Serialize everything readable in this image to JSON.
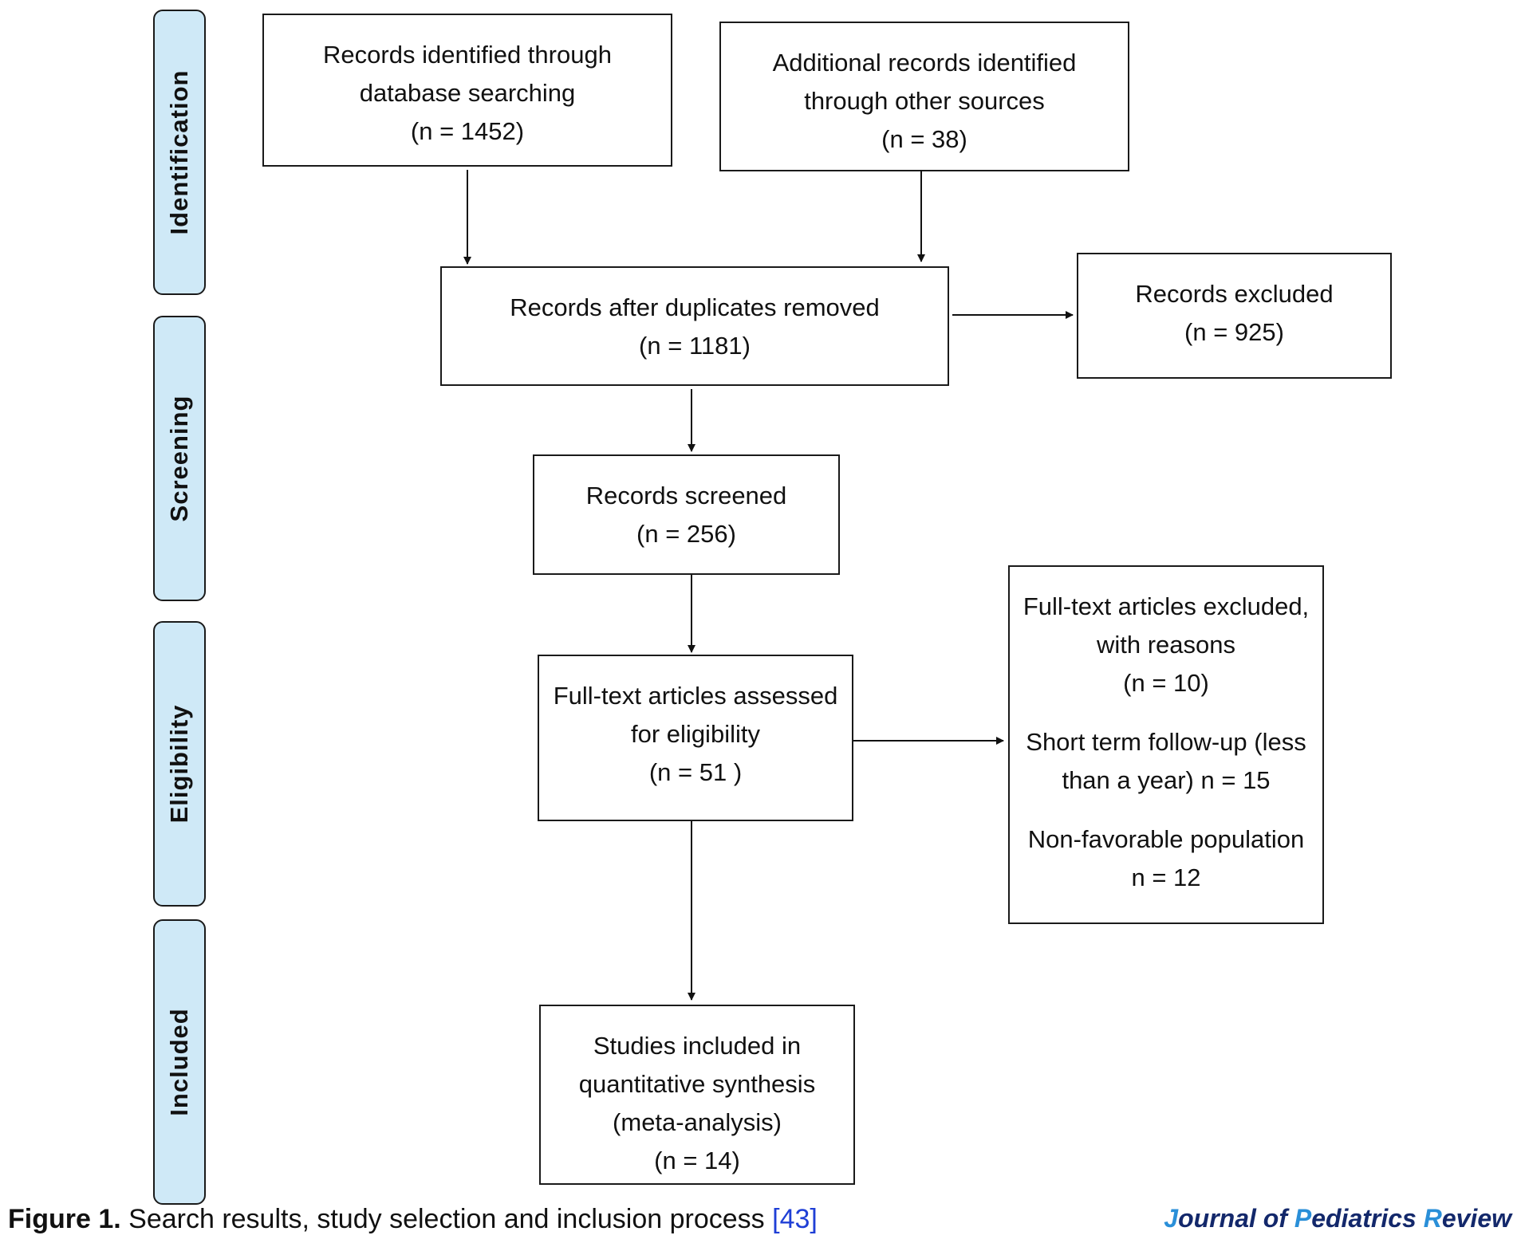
{
  "phases": {
    "identification": "Identification",
    "screening": "Screening",
    "eligibility": "Eligibility",
    "included": "Included"
  },
  "boxes": {
    "database": {
      "line1": "Records identified through",
      "line2": "database searching",
      "line3": "(n = 1452)"
    },
    "other": {
      "line1": "Additional records identified",
      "line2": "through other sources",
      "line3": "(n = 38)"
    },
    "duplicates": {
      "line1": "Records after duplicates removed",
      "line2": "(n = 1181)"
    },
    "excluded": {
      "line1": "Records excluded",
      "line2": "(n = 925)"
    },
    "screened": {
      "line1": "Records screened",
      "line2": "(n = 256)"
    },
    "fulltext": {
      "line1": "Full-text articles assessed",
      "line2": "for eligibility",
      "line3": "(n =  51 )"
    },
    "fulltext_excluded": {
      "line1": "Full-text articles excluded,",
      "line2": "with reasons",
      "line3": "(n = 10)",
      "line4": "Short term follow-up (less",
      "line5": "than a year) n = 15",
      "line6": "Non-favorable population",
      "line7": "n = 12"
    },
    "included": {
      "line1": "Studies included in",
      "line2": "quantitative synthesis",
      "line3": "(meta-analysis)",
      "line4": "(n = 14)"
    }
  },
  "caption": {
    "figure_label": "Figure 1.",
    "text": " Search results, study selection and inclusion process ",
    "reference": "[43]"
  },
  "journal": {
    "j": "J",
    "ournal_of": "ournal of ",
    "p": "P",
    "ediatrics": "ediatrics ",
    "r": "R",
    "eview": "eview"
  },
  "colors": {
    "phase_fill": "#cfe9f7",
    "reference_link": "#1f3fd6",
    "journal_initial": "#2a8fd8",
    "journal_text": "#13286b"
  }
}
